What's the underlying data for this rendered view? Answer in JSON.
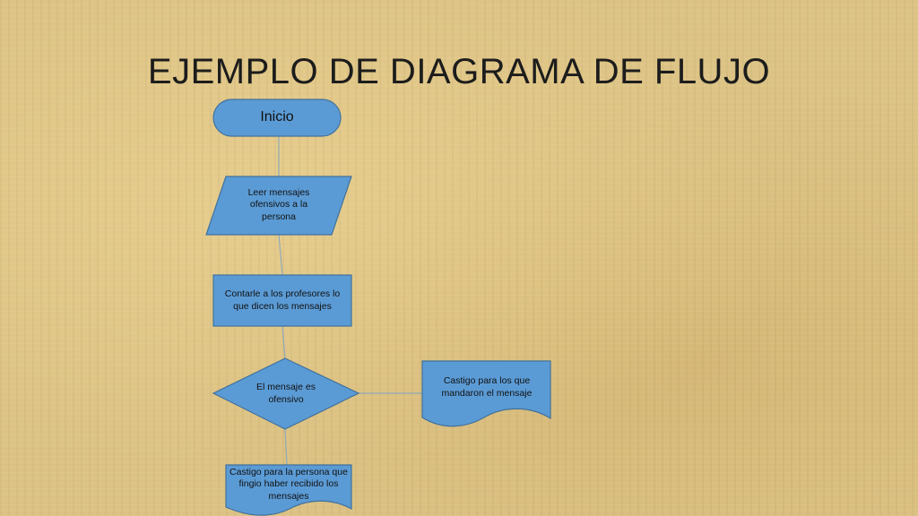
{
  "slide": {
    "title": "EJEMPLO DE DIAGRAMA DE FLUJO"
  },
  "diagram": {
    "start": "Inicio",
    "input": "Leer mensajes ofensivos a la persona",
    "process": "Contarle a los profesores lo que dicen los mensajes",
    "decision": "El mensaje es ofensivo",
    "document_right": "Castigo para los que mandaron el mensaje",
    "document_bottom": "Castigo para la persona que fingio haber recibido los mensajes"
  },
  "colors": {
    "shape_fill": "#5b9bd5",
    "shape_stroke": "#41719c",
    "background": "#dcc385"
  }
}
